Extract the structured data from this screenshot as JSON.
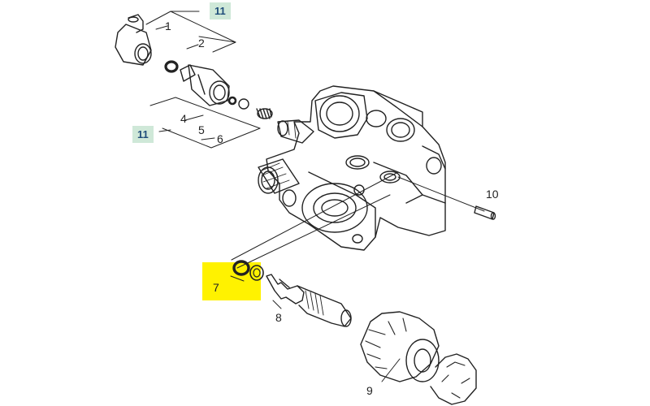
{
  "diagram": {
    "callouts": {
      "c1": "1",
      "c2": "2",
      "c4": "4",
      "c5": "5",
      "c6": "6",
      "c7": "7",
      "c8": "8",
      "c9": "9",
      "c10": "10",
      "c11_top": "11",
      "c11_left": "11"
    },
    "colors": {
      "highlight": "#fff200",
      "reference_box": "#cfe8d8",
      "reference_text": "#1f4d7a",
      "line": "#222222"
    }
  }
}
